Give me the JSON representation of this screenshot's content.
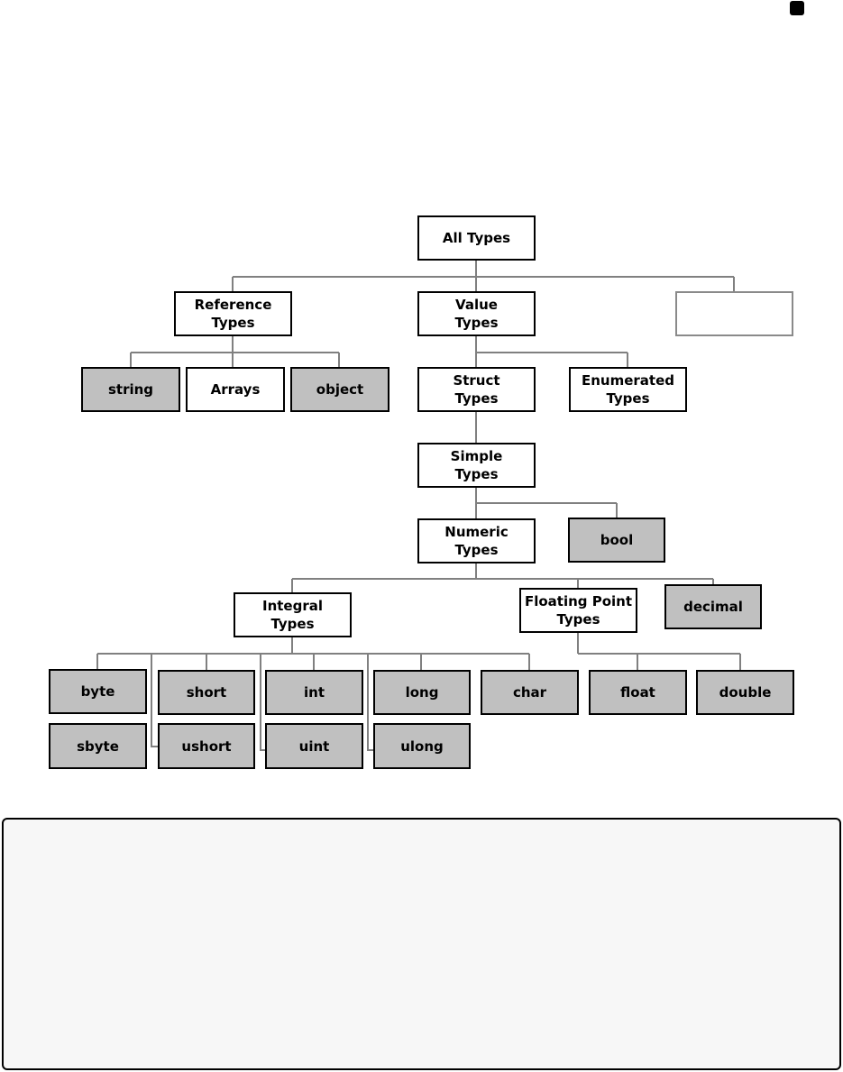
{
  "diagram": {
    "nodes": {
      "all_types": "All Types",
      "reference_types": "Reference\nTypes",
      "value_types": "Value\nTypes",
      "blank_box": "",
      "string": "string",
      "arrays": "Arrays",
      "object": "object",
      "struct_types": "Struct\nTypes",
      "enumerated_types": "Enumerated\nTypes",
      "simple_types": "Simple\nTypes",
      "numeric_types": "Numeric\nTypes",
      "bool": "bool",
      "integral_types": "Integral\nTypes",
      "floating_point_types": "Floating Point\nTypes",
      "decimal": "decimal",
      "byte": "byte",
      "short": "short",
      "int": "int",
      "long": "long",
      "char": "char",
      "float": "float",
      "double": "double",
      "sbyte": "sbyte",
      "ushort": "ushort",
      "uint": "uint",
      "ulong": "ulong"
    },
    "colors": {
      "primitive_fill": "#c0c0c0",
      "type_category_fill": "#ffffff",
      "connector": "#808080"
    }
  },
  "answer_panel": {
    "text": ""
  }
}
